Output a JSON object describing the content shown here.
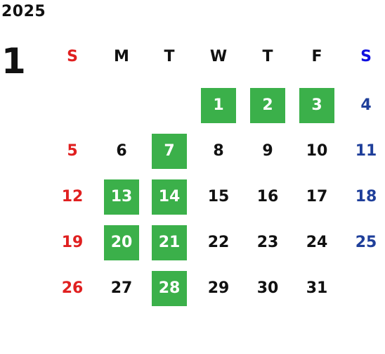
{
  "calendar": {
    "year": "2025",
    "month": "1",
    "weekdays": [
      "S",
      "M",
      "T",
      "W",
      "T",
      "F",
      "S"
    ],
    "colors": {
      "sunday": "#e02020",
      "saturday": "#1f3f9a",
      "saturday_header": "#1010e0",
      "weekday": "#111111",
      "highlight_bg": "#3bb04a",
      "highlight_text": "#ffffff"
    },
    "weeks": [
      [
        null,
        null,
        null,
        {
          "day": "1",
          "highlight": true
        },
        {
          "day": "2",
          "highlight": true
        },
        {
          "day": "3",
          "highlight": true
        },
        {
          "day": "4",
          "highlight": false
        }
      ],
      [
        {
          "day": "5",
          "highlight": false
        },
        {
          "day": "6",
          "highlight": false
        },
        {
          "day": "7",
          "highlight": true
        },
        {
          "day": "8",
          "highlight": false
        },
        {
          "day": "9",
          "highlight": false
        },
        {
          "day": "10",
          "highlight": false
        },
        {
          "day": "11",
          "highlight": false
        }
      ],
      [
        {
          "day": "12",
          "highlight": false
        },
        {
          "day": "13",
          "highlight": true
        },
        {
          "day": "14",
          "highlight": true
        },
        {
          "day": "15",
          "highlight": false
        },
        {
          "day": "16",
          "highlight": false
        },
        {
          "day": "17",
          "highlight": false
        },
        {
          "day": "18",
          "highlight": false
        }
      ],
      [
        {
          "day": "19",
          "highlight": false
        },
        {
          "day": "20",
          "highlight": true
        },
        {
          "day": "21",
          "highlight": true
        },
        {
          "day": "22",
          "highlight": false
        },
        {
          "day": "23",
          "highlight": false
        },
        {
          "day": "24",
          "highlight": false
        },
        {
          "day": "25",
          "highlight": false
        }
      ],
      [
        {
          "day": "26",
          "highlight": false
        },
        {
          "day": "27",
          "highlight": false
        },
        {
          "day": "28",
          "highlight": true
        },
        {
          "day": "29",
          "highlight": false
        },
        {
          "day": "30",
          "highlight": false
        },
        {
          "day": "31",
          "highlight": false
        },
        null
      ]
    ]
  }
}
